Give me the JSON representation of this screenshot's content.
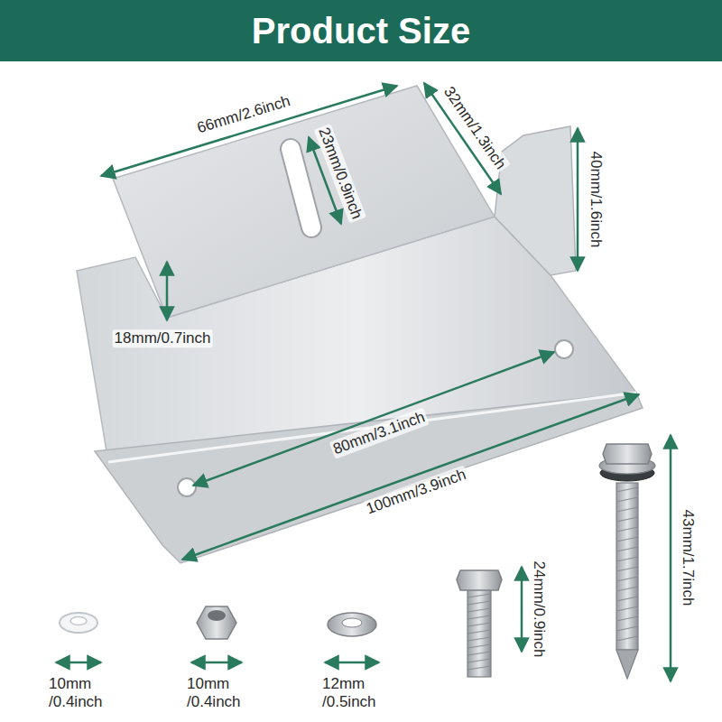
{
  "diagram": {
    "title": "Product Size",
    "labels": [
      "66mm/2.6inch",
      "32mm/1.3inch",
      "23mm/0.9inch",
      "40mm/1.6inch",
      "18mm/0.7inch",
      "80mm/3.1inch",
      "100mm/3.9inch",
      "24mm/0.9inch",
      "43mm/1.7inch",
      "10mm /0.4inch",
      "10mm /0.4inch",
      "12mm /0.5inch"
    ]
  }
}
